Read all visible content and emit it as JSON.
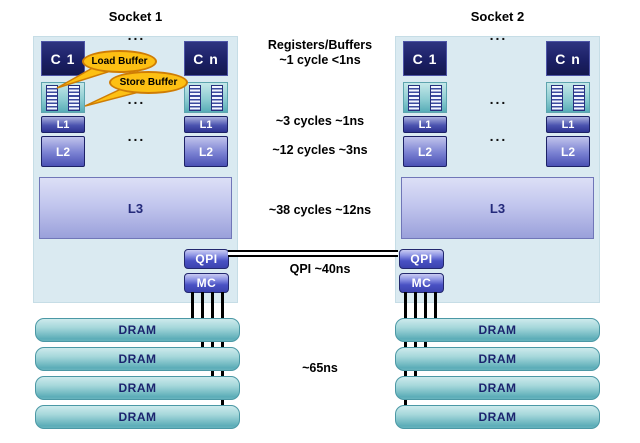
{
  "sockets": [
    {
      "title": "Socket 1",
      "core_first": "C 1",
      "core_last": "C n",
      "ellipsis": "...",
      "l1": "L1",
      "l2": "L2",
      "l3": "L3",
      "qpi": "QPI",
      "mc": "MC"
    },
    {
      "title": "Socket 2",
      "core_first": "C 1",
      "core_last": "C n",
      "ellipsis": "...",
      "l1": "L1",
      "l2": "L2",
      "l3": "L3",
      "qpi": "QPI",
      "mc": "MC"
    }
  ],
  "callouts": {
    "load_buffer": "Load Buffer",
    "store_buffer": "Store Buffer"
  },
  "latency_labels": {
    "registers_title": "Registers/Buffers",
    "registers_value": "~1 cycle <1ns",
    "l1": "~3 cycles ~1ns",
    "l2": "~12 cycles ~3ns",
    "l3": "~38 cycles ~12ns",
    "qpi": "QPI ~40ns",
    "dram": "~65ns"
  },
  "dram_label": "DRAM",
  "colors": {
    "socket_bg": "#daeaf1",
    "core_navy": "#1b2066",
    "cache_blue": "#4a51b4",
    "l3_lavender": "#9aa0da",
    "port_blue": "#4a52c4",
    "dram_teal": "#5cadb8",
    "callout_gold": "#fdc013",
    "callout_border": "#cf7d05",
    "wire_black": "#000000"
  }
}
